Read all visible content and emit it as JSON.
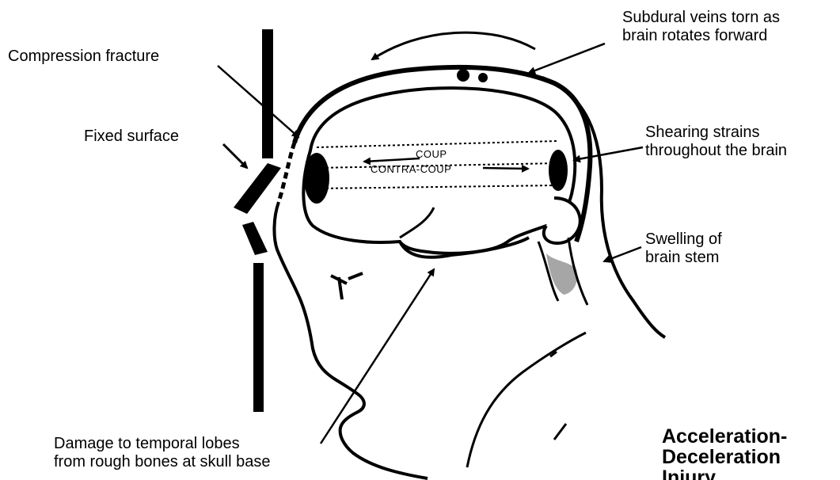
{
  "labels": {
    "compression_fracture": "Compression fracture",
    "fixed_surface": "Fixed surface",
    "subdural_veins": [
      "Subdural veins torn as",
      "brain rotates forward"
    ],
    "shearing_strains": [
      "Shearing strains",
      "throughout the brain"
    ],
    "swelling": [
      "Swelling of",
      "brain stem"
    ],
    "temporal_damage": [
      "Damage to temporal lobes",
      "from rough bones at skull base"
    ],
    "coup": "COUP",
    "contra_coup": "CONTRA-COUP"
  },
  "title": [
    "Acceleration-",
    "Deceleration",
    "Injury"
  ]
}
